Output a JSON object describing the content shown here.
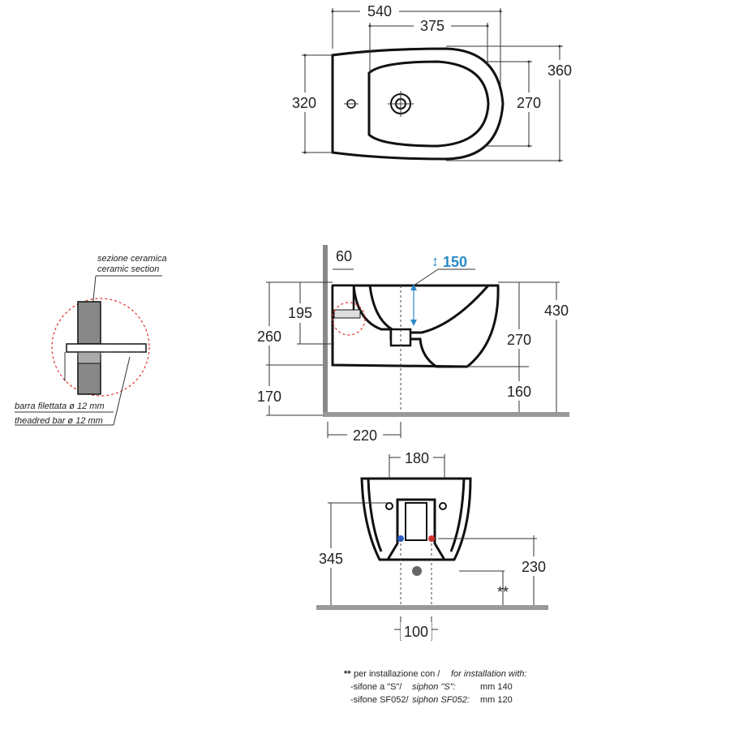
{
  "top_view": {
    "dims": {
      "width": "540",
      "bowl_width": "375",
      "depth": "320",
      "overall": "360",
      "bowl_depth": "270"
    }
  },
  "side_view": {
    "dims": {
      "d60": "60",
      "d150": "150",
      "d195": "195",
      "d260": "260",
      "d170": "170",
      "d220": "220",
      "d430": "430",
      "d270": "270",
      "d160": "160"
    }
  },
  "detail": {
    "section_it": "sezione ceramica",
    "section_en": "ceramic section",
    "bar_it": "barra filettata ø 12 mm",
    "bar_en": "theadred bar ø 12 mm"
  },
  "front_view": {
    "dims": {
      "d180": "180",
      "d345": "345",
      "d230": "230",
      "d100": "100",
      "star": "**"
    }
  },
  "notes": {
    "line1_mark": "**",
    "line1": "per installazione con / ",
    "line1_en": "for installation with:",
    "line2": "-sifone a \"S\"/",
    "line2_en": "siphon \"S\":",
    "line2_val": "mm 140",
    "line3": "-sifone SF052/",
    "line3_en": "siphon SF052:",
    "line3_val": "mm 120"
  },
  "colors": {
    "outline": "#111111",
    "accent_blue": "#2a8ac8",
    "red_detail": "#e03030",
    "wall_gray": "#888888"
  }
}
